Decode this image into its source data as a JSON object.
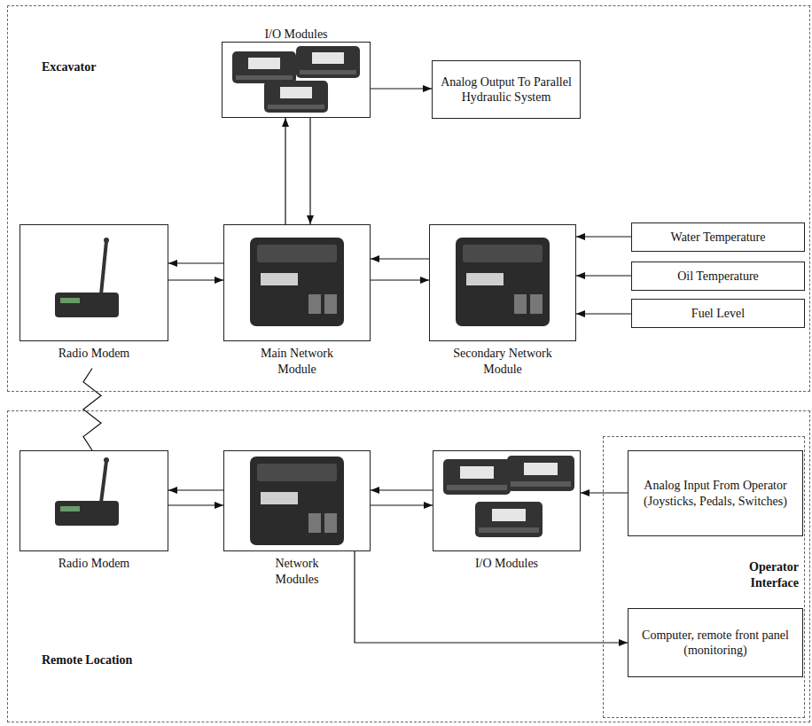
{
  "diagram": {
    "nodes": [
      {
        "text": [
          "Excavator"
        ]
      },
      {
        "text": [
          "I/O Modules"
        ],
        "in": 0
      },
      {
        "text": [
          "Analog Output To Parallel Hydraulic System"
        ],
        "in": 0
      },
      {
        "text": [
          "Radio Modem"
        ],
        "in": 0
      },
      {
        "text": [
          "Main Network Module"
        ],
        "in": 0
      },
      {
        "text": [
          "Secondary Network Module"
        ],
        "in": 0
      },
      {
        "text": [
          "Water Temperature"
        ],
        "in": 0
      },
      {
        "text": [
          "Oil Temperature"
        ],
        "in": 0
      },
      {
        "text": [
          "Fuel Level"
        ],
        "in": 0
      },
      {
        "text": [
          "Remote Location"
        ]
      },
      {
        "text": [
          "Radio Modem"
        ],
        "in": 9
      },
      {
        "text": [
          "Network Modules"
        ],
        "in": 9
      },
      {
        "text": [
          "I/O Modules"
        ],
        "in": 9
      },
      {
        "text": [
          "Operator Interface"
        ],
        "in": 9
      },
      {
        "text": [
          "Analog Input From Operator (Joysticks, Pedals, Switches)"
        ],
        "in": 13
      },
      {
        "text": [
          "Computer, remote front panel (monitoring)"
        ],
        "in": 13
      }
    ],
    "edges": [
      {
        "from": 4,
        "to": 1,
        "arrow": "to"
      },
      {
        "from": 1,
        "to": 4,
        "arrow": "to"
      },
      {
        "from": 1,
        "to": 2,
        "arrow": "to"
      },
      {
        "from": 4,
        "to": 3,
        "arrow": "to"
      },
      {
        "from": 3,
        "to": 4,
        "arrow": "to"
      },
      {
        "from": 5,
        "to": 4,
        "arrow": "to"
      },
      {
        "from": 4,
        "to": 5,
        "arrow": "to"
      },
      {
        "from": 6,
        "to": 5,
        "arrow": "to"
      },
      {
        "from": 7,
        "to": 5,
        "arrow": "to"
      },
      {
        "from": 8,
        "to": 5,
        "arrow": "to"
      },
      {
        "from": 3,
        "to": 10,
        "arrow": "none"
      },
      {
        "from": 11,
        "to": 10,
        "arrow": "to"
      },
      {
        "from": 10,
        "to": 11,
        "arrow": "to"
      },
      {
        "from": 12,
        "to": 11,
        "arrow": "to"
      },
      {
        "from": 11,
        "to": 12,
        "arrow": "to"
      },
      {
        "from": 14,
        "to": 12,
        "arrow": "to"
      },
      {
        "from": 11,
        "to": 15,
        "arrow": "to"
      }
    ]
  }
}
